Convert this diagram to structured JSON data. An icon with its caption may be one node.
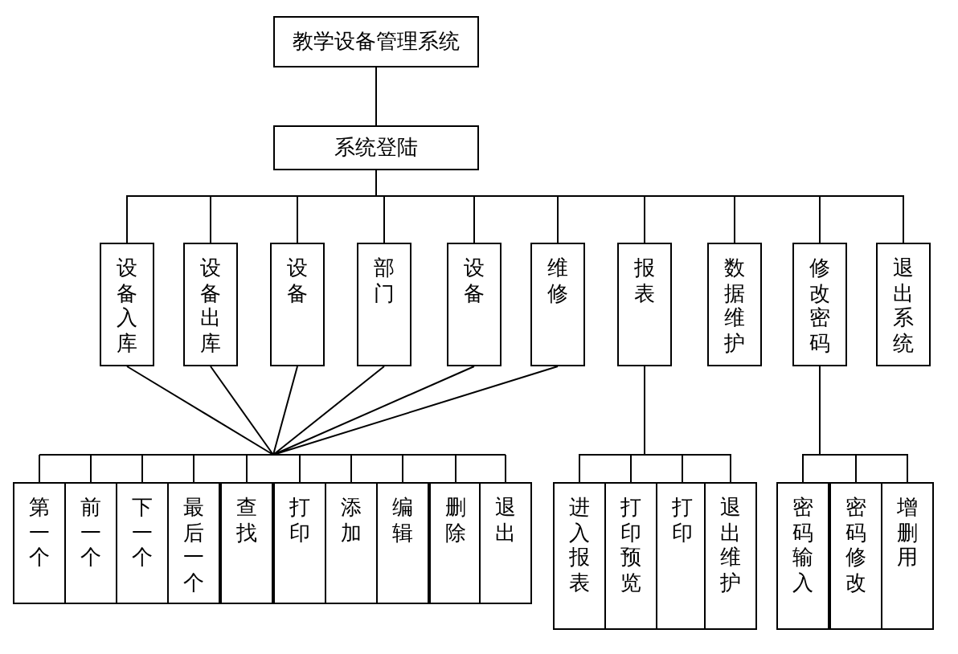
{
  "diagram": {
    "nodes": [
      {
        "text": [
          "教学设备管理系统"
        ]
      },
      {
        "text": [
          "系统登陆"
        ]
      },
      {
        "text": [
          "设备入库"
        ]
      },
      {
        "text": [
          "设备出库"
        ]
      },
      {
        "text": [
          "设备"
        ]
      },
      {
        "text": [
          "部门"
        ]
      },
      {
        "text": [
          "设备"
        ]
      },
      {
        "text": [
          "维修"
        ]
      },
      {
        "text": [
          "报表"
        ]
      },
      {
        "text": [
          "数据维护"
        ]
      },
      {
        "text": [
          "修改密码"
        ]
      },
      {
        "text": [
          "退出系统"
        ]
      },
      {
        "text": [
          "第一个"
        ]
      },
      {
        "text": [
          "前一个"
        ]
      },
      {
        "text": [
          "下一个"
        ]
      },
      {
        "text": [
          "最后一个"
        ]
      },
      {
        "text": [
          "查找"
        ]
      },
      {
        "text": [
          "打印"
        ]
      },
      {
        "text": [
          "添加"
        ]
      },
      {
        "text": [
          "编辑"
        ]
      },
      {
        "text": [
          "删除"
        ]
      },
      {
        "text": [
          "退出"
        ]
      },
      {
        "text": [
          "进入报表"
        ]
      },
      {
        "text": [
          "打印预览"
        ]
      },
      {
        "text": [
          "打印"
        ]
      },
      {
        "text": [
          "退出维护"
        ]
      },
      {
        "text": [
          "密码输入"
        ]
      },
      {
        "text": [
          "密码修改"
        ]
      },
      {
        "text": [
          "增删用"
        ]
      }
    ],
    "edges": [
      {
        "from": 0,
        "to": 1,
        "arrow": "none"
      },
      {
        "from": 1,
        "to": 2,
        "arrow": "none"
      },
      {
        "from": 1,
        "to": 3,
        "arrow": "none"
      },
      {
        "from": 1,
        "to": 4,
        "arrow": "none"
      },
      {
        "from": 1,
        "to": 5,
        "arrow": "none"
      },
      {
        "from": 1,
        "to": 6,
        "arrow": "none"
      },
      {
        "from": 1,
        "to": 7,
        "arrow": "none"
      },
      {
        "from": 1,
        "to": 8,
        "arrow": "none"
      },
      {
        "from": 1,
        "to": 9,
        "arrow": "none"
      },
      {
        "from": 1,
        "to": 10,
        "arrow": "none"
      },
      {
        "from": 1,
        "to": 11,
        "arrow": "none"
      },
      {
        "from": 2,
        "to": 12,
        "arrow": "none"
      },
      {
        "from": 2,
        "to": 13,
        "arrow": "none"
      },
      {
        "from": 2,
        "to": 14,
        "arrow": "none"
      },
      {
        "from": 2,
        "to": 15,
        "arrow": "none"
      },
      {
        "from": 2,
        "to": 16,
        "arrow": "none"
      },
      {
        "from": 2,
        "to": 17,
        "arrow": "none"
      },
      {
        "from": 2,
        "to": 18,
        "arrow": "none"
      },
      {
        "from": 2,
        "to": 19,
        "arrow": "none"
      },
      {
        "from": 2,
        "to": 20,
        "arrow": "none"
      },
      {
        "from": 2,
        "to": 21,
        "arrow": "none"
      },
      {
        "from": 3,
        "to": 12,
        "arrow": "none"
      },
      {
        "from": 3,
        "to": 13,
        "arrow": "none"
      },
      {
        "from": 3,
        "to": 14,
        "arrow": "none"
      },
      {
        "from": 3,
        "to": 15,
        "arrow": "none"
      },
      {
        "from": 3,
        "to": 16,
        "arrow": "none"
      },
      {
        "from": 3,
        "to": 17,
        "arrow": "none"
      },
      {
        "from": 3,
        "to": 18,
        "arrow": "none"
      },
      {
        "from": 3,
        "to": 19,
        "arrow": "none"
      },
      {
        "from": 3,
        "to": 20,
        "arrow": "none"
      },
      {
        "from": 3,
        "to": 21,
        "arrow": "none"
      },
      {
        "from": 4,
        "to": 12,
        "arrow": "none"
      },
      {
        "from": 4,
        "to": 13,
        "arrow": "none"
      },
      {
        "from": 4,
        "to": 14,
        "arrow": "none"
      },
      {
        "from": 4,
        "to": 15,
        "arrow": "none"
      },
      {
        "from": 4,
        "to": 16,
        "arrow": "none"
      },
      {
        "from": 4,
        "to": 17,
        "arrow": "none"
      },
      {
        "from": 4,
        "to": 18,
        "arrow": "none"
      },
      {
        "from": 4,
        "to": 19,
        "arrow": "none"
      },
      {
        "from": 4,
        "to": 20,
        "arrow": "none"
      },
      {
        "from": 4,
        "to": 21,
        "arrow": "none"
      },
      {
        "from": 5,
        "to": 12,
        "arrow": "none"
      },
      {
        "from": 5,
        "to": 13,
        "arrow": "none"
      },
      {
        "from": 5,
        "to": 14,
        "arrow": "none"
      },
      {
        "from": 5,
        "to": 15,
        "arrow": "none"
      },
      {
        "from": 5,
        "to": 16,
        "arrow": "none"
      },
      {
        "from": 5,
        "to": 17,
        "arrow": "none"
      },
      {
        "from": 5,
        "to": 18,
        "arrow": "none"
      },
      {
        "from": 5,
        "to": 19,
        "arrow": "none"
      },
      {
        "from": 5,
        "to": 20,
        "arrow": "none"
      },
      {
        "from": 5,
        "to": 21,
        "arrow": "none"
      },
      {
        "from": 6,
        "to": 12,
        "arrow": "none"
      },
      {
        "from": 6,
        "to": 13,
        "arrow": "none"
      },
      {
        "from": 6,
        "to": 14,
        "arrow": "none"
      },
      {
        "from": 6,
        "to": 15,
        "arrow": "none"
      },
      {
        "from": 6,
        "to": 16,
        "arrow": "none"
      },
      {
        "from": 6,
        "to": 17,
        "arrow": "none"
      },
      {
        "from": 6,
        "to": 18,
        "arrow": "none"
      },
      {
        "from": 6,
        "to": 19,
        "arrow": "none"
      },
      {
        "from": 6,
        "to": 20,
        "arrow": "none"
      },
      {
        "from": 6,
        "to": 21,
        "arrow": "none"
      },
      {
        "from": 7,
        "to": 12,
        "arrow": "none"
      },
      {
        "from": 7,
        "to": 13,
        "arrow": "none"
      },
      {
        "from": 7,
        "to": 14,
        "arrow": "none"
      },
      {
        "from": 7,
        "to": 15,
        "arrow": "none"
      },
      {
        "from": 7,
        "to": 16,
        "arrow": "none"
      },
      {
        "from": 7,
        "to": 17,
        "arrow": "none"
      },
      {
        "from": 7,
        "to": 18,
        "arrow": "none"
      },
      {
        "from": 7,
        "to": 19,
        "arrow": "none"
      },
      {
        "from": 7,
        "to": 20,
        "arrow": "none"
      },
      {
        "from": 7,
        "to": 21,
        "arrow": "none"
      },
      {
        "from": 8,
        "to": 22,
        "arrow": "none"
      },
      {
        "from": 8,
        "to": 23,
        "arrow": "none"
      },
      {
        "from": 8,
        "to": 24,
        "arrow": "none"
      },
      {
        "from": 8,
        "to": 25,
        "arrow": "none"
      },
      {
        "from": 10,
        "to": 26,
        "arrow": "none"
      },
      {
        "from": 10,
        "to": 27,
        "arrow": "none"
      },
      {
        "from": 10,
        "to": 28,
        "arrow": "none"
      }
    ]
  }
}
